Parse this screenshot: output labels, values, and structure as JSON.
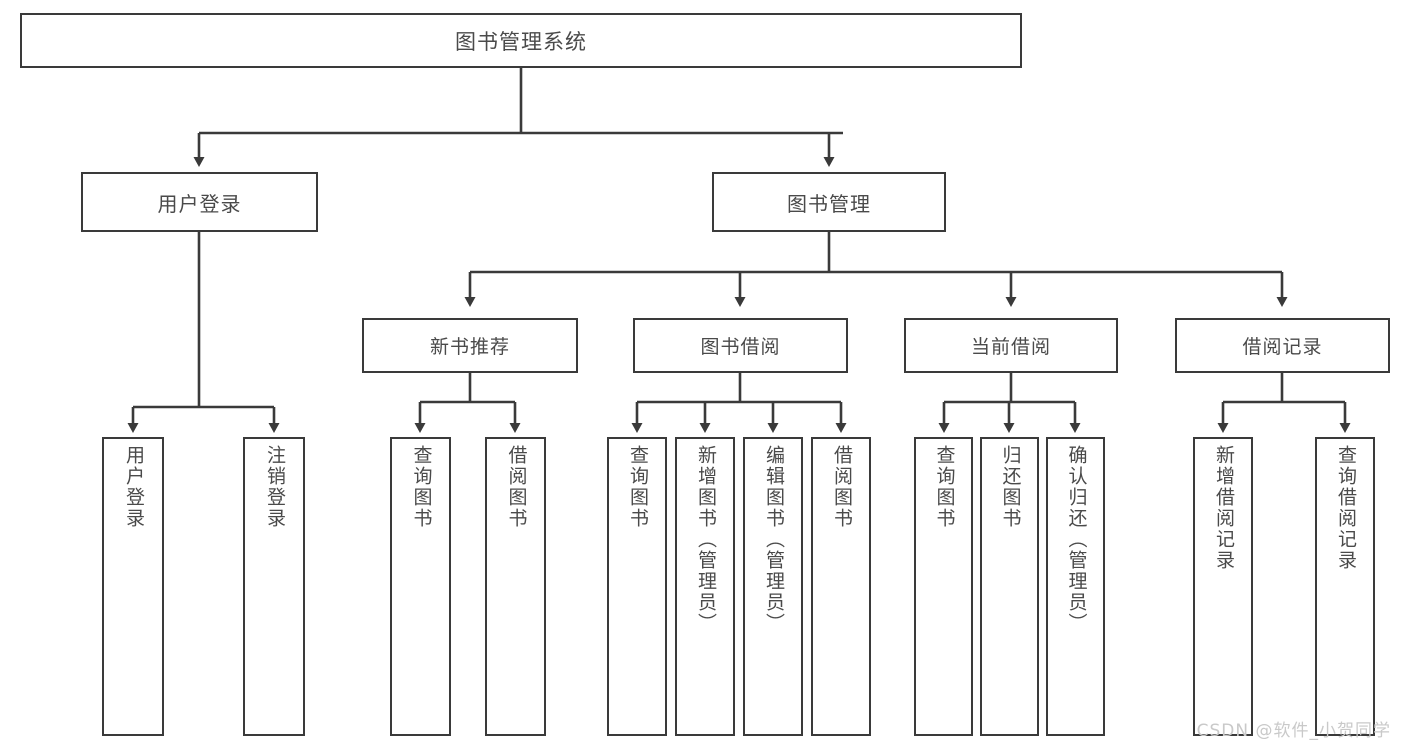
{
  "diagram": {
    "type": "tree",
    "title": "图书管理系统",
    "stroke_color": "#3a3a3a",
    "text_color": "#4a4a4a",
    "background": "#ffffff",
    "root": {
      "label": "图书管理系统"
    },
    "level1": [
      {
        "label": "用户登录"
      },
      {
        "label": "图书管理"
      }
    ],
    "level2": [
      {
        "label": "新书推荐"
      },
      {
        "label": "图书借阅"
      },
      {
        "label": "当前借阅"
      },
      {
        "label": "借阅记录"
      }
    ],
    "leaves": {
      "user_login": [
        {
          "label": "用户登录"
        },
        {
          "label": "注销登录"
        }
      ],
      "new_book_recommend": [
        {
          "label": "查询图书"
        },
        {
          "label": "借阅图书"
        }
      ],
      "book_borrow": [
        {
          "label": "查询图书"
        },
        {
          "label": "新增图书（管理员）"
        },
        {
          "label": "编辑图书（管理员）"
        },
        {
          "label": "借阅图书"
        }
      ],
      "current_borrow": [
        {
          "label": "查询图书"
        },
        {
          "label": "归还图书"
        },
        {
          "label": "确认归还（管理员）"
        }
      ],
      "borrow_record": [
        {
          "label": "新增借阅记录"
        },
        {
          "label": "查询借阅记录"
        }
      ]
    }
  },
  "watermark": {
    "text": "CSDN @软件_小贺同学"
  }
}
